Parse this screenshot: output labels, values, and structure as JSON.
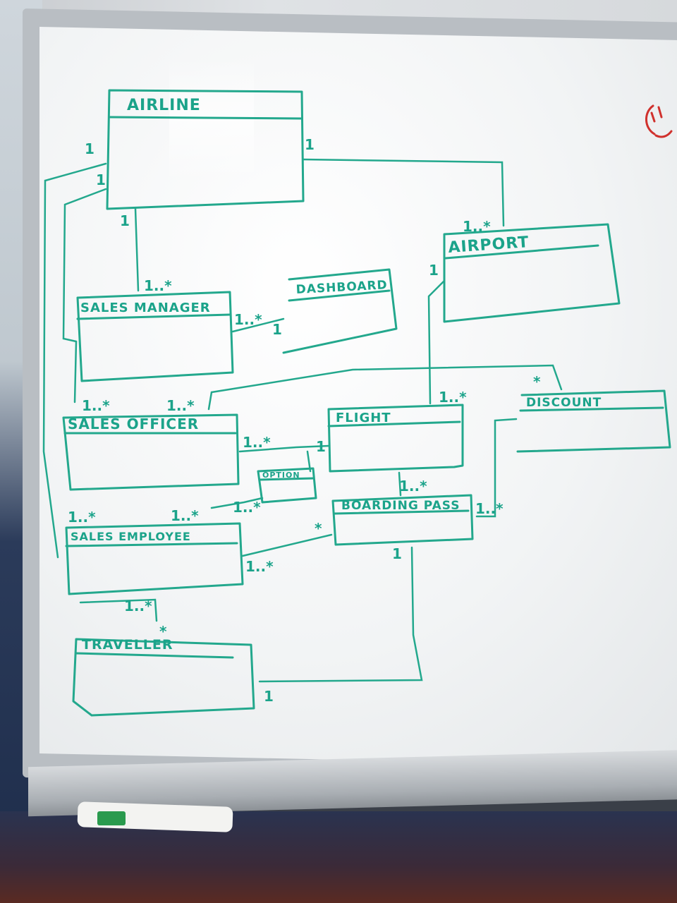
{
  "diagram": {
    "classes": {
      "airline": "AIRLINE",
      "airport": "AIRPORT",
      "sales_manager": "SALES MANAGER",
      "dashboard": "DASHBOARD",
      "sales_officer": "SALES OFFICER",
      "flight": "FLIGHT",
      "discount": "DISCOUNT",
      "option": "OPTION",
      "boarding_pass": "BOARDING PASS",
      "sales_employee": "SALES EMPLOYEE",
      "traveller": "TRAVELLER"
    },
    "multiplicities": {
      "airline_left_top": "1",
      "airline_left_bottom": "1",
      "airline_right": "1",
      "airline_bottom": "1",
      "airport_top": "1..*",
      "airport_left": "1",
      "manager_top": "1..*",
      "manager_to_dashboard": "1..*",
      "dashboard_left": "1",
      "officer_top_left": "1..*",
      "officer_top_right": "1..*",
      "officer_to_flight": "1..*",
      "flight_top_right": "1..*",
      "flight_option": "1",
      "discount_top": "*",
      "option_left": "1..*",
      "boarding_top": "1..*",
      "boarding_left": "*",
      "boarding_right": "1..*",
      "boarding_bottom": "1",
      "employee_top_left": "1..*",
      "employee_top_right": "1..*",
      "employee_bottom_right": "1..*",
      "employee_bottom": "1..*",
      "traveller_top": "*",
      "traveller_right": "1"
    }
  },
  "colors": {
    "ink": "#1ba38a",
    "board": "#f2f4f5",
    "smiley": "#d0312d"
  }
}
